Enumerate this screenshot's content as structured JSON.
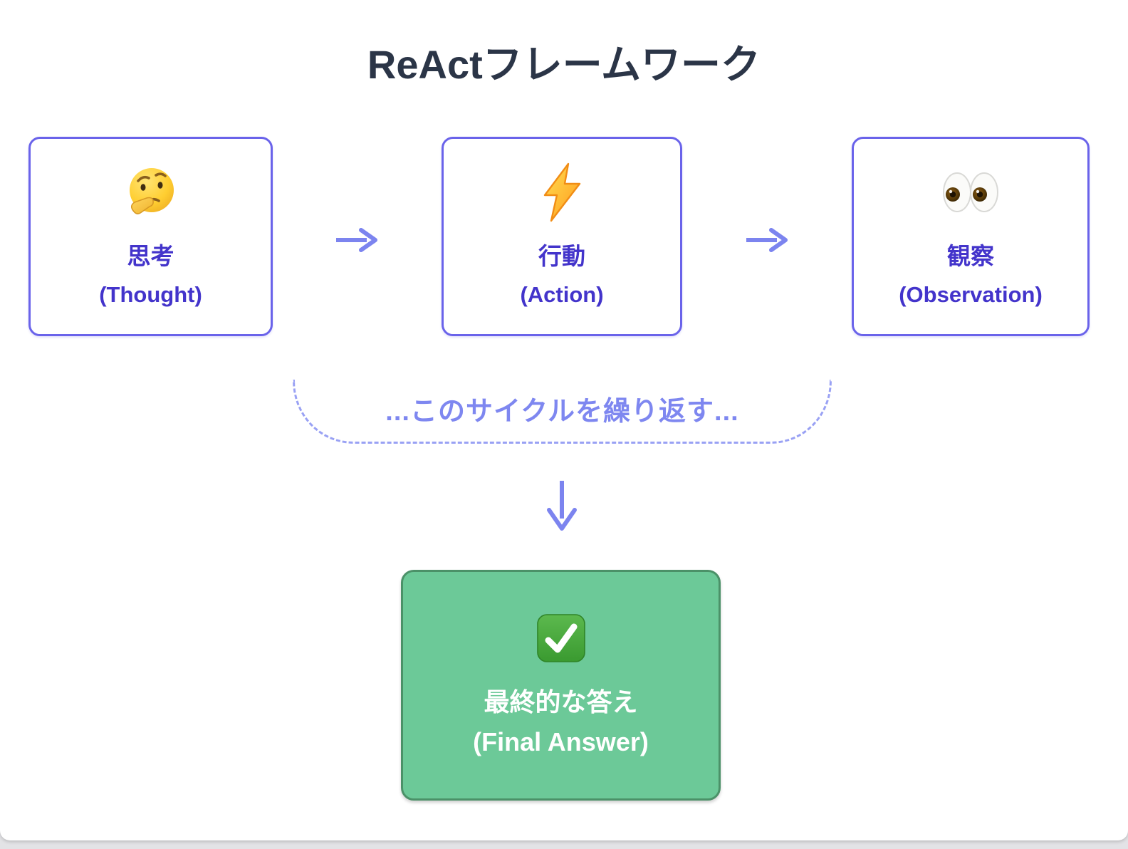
{
  "page": {
    "title": "ReActフレームワーク"
  },
  "flow": {
    "steps": [
      {
        "icon": "thinking-face-emoji",
        "label_ja": "思考",
        "label_en": "(Thought)"
      },
      {
        "icon": "lightning-emoji",
        "label_ja": "行動",
        "label_en": "(Action)"
      },
      {
        "icon": "eyes-emoji",
        "label_ja": "観察",
        "label_en": "(Observation)"
      }
    ],
    "cycle_note": "...このサイクルを繰り返す...",
    "final": {
      "icon": "check-mark-emoji",
      "label_ja": "最終的な答え",
      "label_en": "(Final Answer)"
    }
  },
  "colors": {
    "title_text": "#2b3547",
    "step_border": "#6a63ea",
    "step_label": "#4334cb",
    "arrow": "#7c84ef",
    "cycle_dash": "#99a1f4",
    "cycle_text": "#7e87f0",
    "final_bg": "#6cc998",
    "final_border": "#4b9168",
    "final_text": "#ffffff",
    "page_strip_bg": "#e3e3e6"
  }
}
